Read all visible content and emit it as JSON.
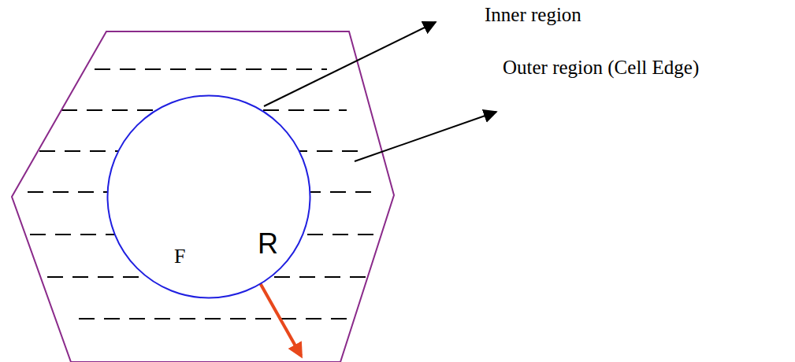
{
  "diagram": {
    "nodes": [
      {
        "text": [
          "F"
        ]
      }
    ],
    "labels": [
      "Inner region",
      "Outer region (Cell Edge)",
      "R"
    ]
  }
}
